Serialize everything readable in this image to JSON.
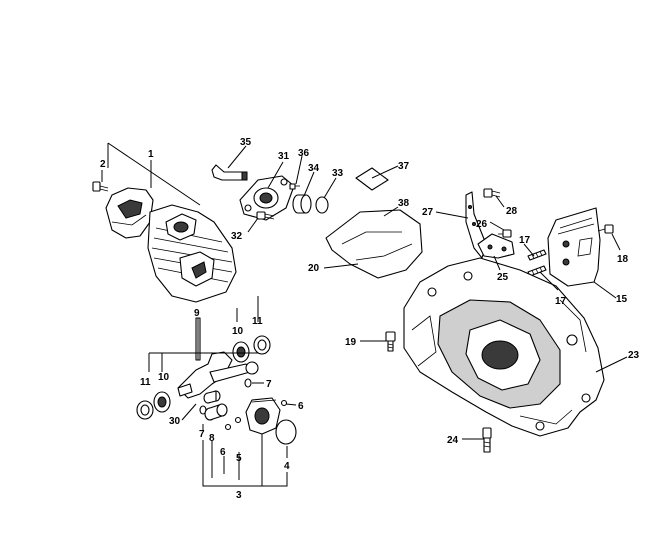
{
  "diagram": {
    "callouts": [
      {
        "id": "c1",
        "label": "1"
      },
      {
        "id": "c2",
        "label": "2"
      },
      {
        "id": "c3",
        "label": "3"
      },
      {
        "id": "c4",
        "label": "4"
      },
      {
        "id": "c5",
        "label": "5"
      },
      {
        "id": "c6a",
        "label": "6"
      },
      {
        "id": "c6b",
        "label": "6"
      },
      {
        "id": "c7a",
        "label": "7"
      },
      {
        "id": "c7b",
        "label": "7"
      },
      {
        "id": "c8",
        "label": "8"
      },
      {
        "id": "c9",
        "label": "9"
      },
      {
        "id": "c10a",
        "label": "10"
      },
      {
        "id": "c10b",
        "label": "10"
      },
      {
        "id": "c11a",
        "label": "11"
      },
      {
        "id": "c11b",
        "label": "11"
      },
      {
        "id": "c15",
        "label": "15"
      },
      {
        "id": "c17a",
        "label": "17"
      },
      {
        "id": "c17b",
        "label": "17"
      },
      {
        "id": "c18",
        "label": "18"
      },
      {
        "id": "c19",
        "label": "19"
      },
      {
        "id": "c20",
        "label": "20"
      },
      {
        "id": "c23",
        "label": "23"
      },
      {
        "id": "c24",
        "label": "24"
      },
      {
        "id": "c25",
        "label": "25"
      },
      {
        "id": "c26",
        "label": "26"
      },
      {
        "id": "c27",
        "label": "27"
      },
      {
        "id": "c28",
        "label": "28"
      },
      {
        "id": "c30",
        "label": "30"
      },
      {
        "id": "c31",
        "label": "31"
      },
      {
        "id": "c32",
        "label": "32"
      },
      {
        "id": "c33",
        "label": "33"
      },
      {
        "id": "c34",
        "label": "34"
      },
      {
        "id": "c35",
        "label": "35"
      },
      {
        "id": "c36",
        "label": "36"
      },
      {
        "id": "c37",
        "label": "37"
      },
      {
        "id": "c38",
        "label": "38"
      }
    ]
  }
}
